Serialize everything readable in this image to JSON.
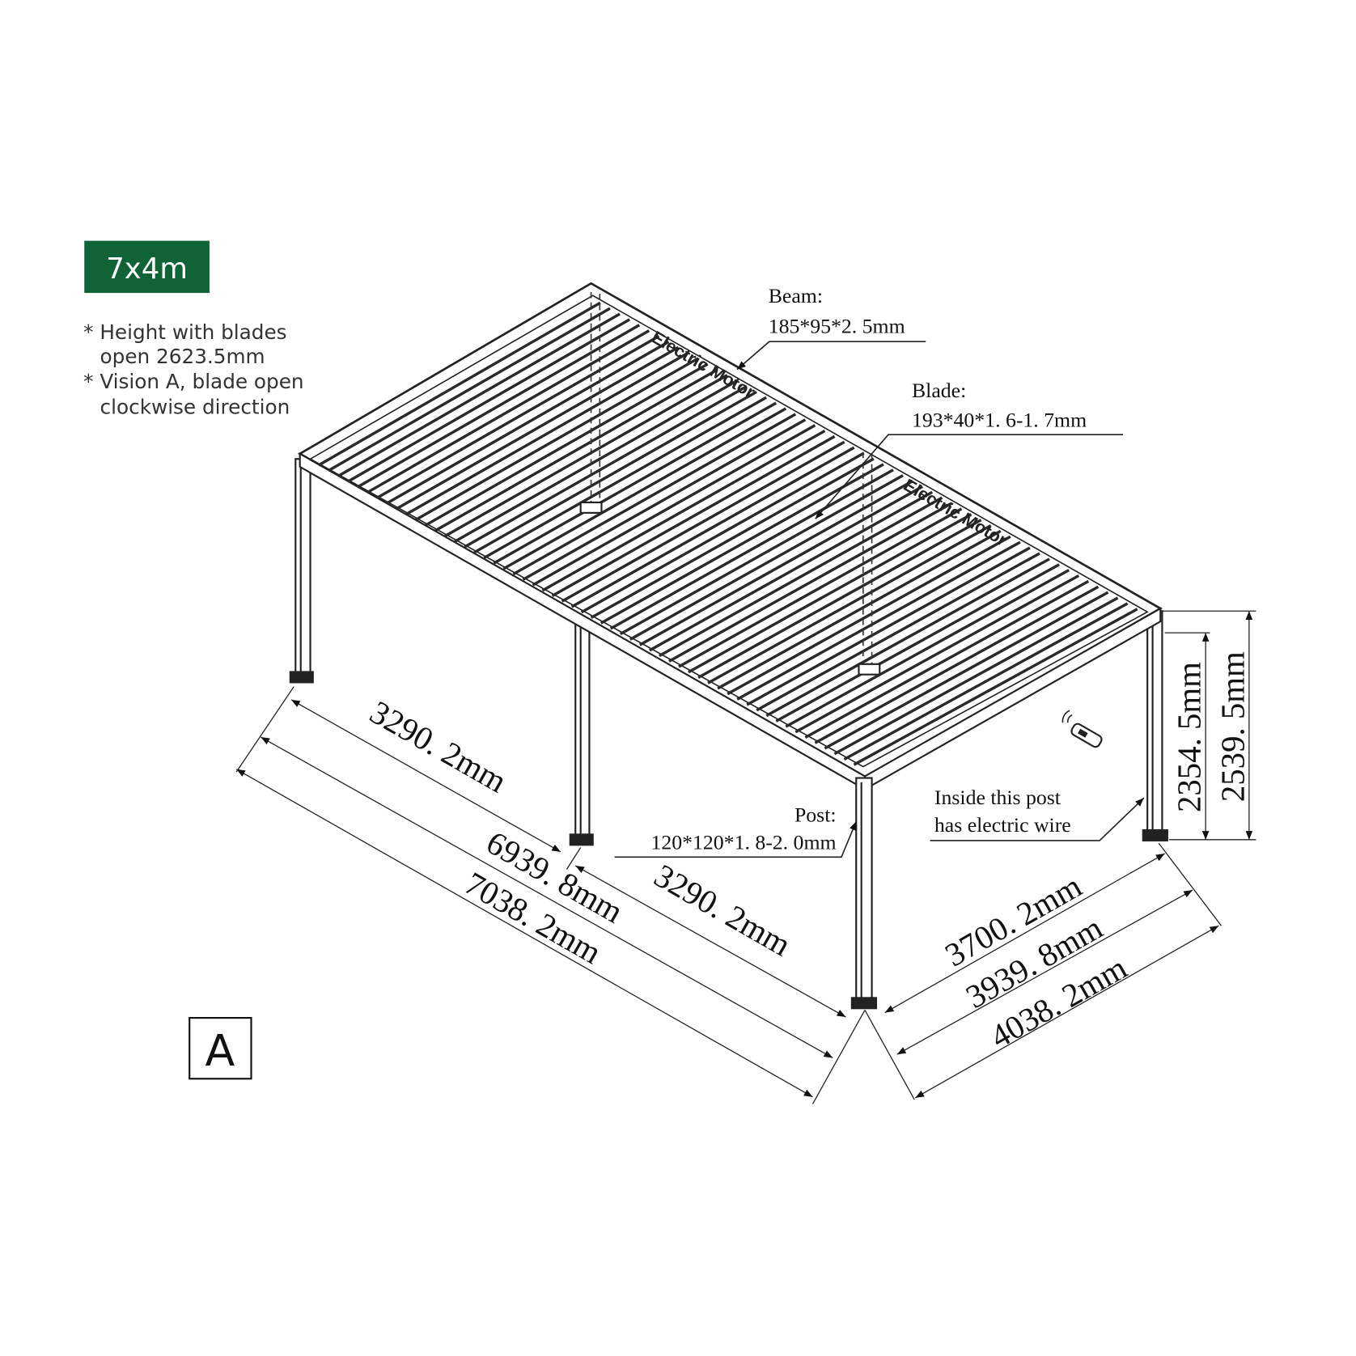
{
  "badge": {
    "label": "7x4m",
    "color": "#0f6336"
  },
  "notes": [
    {
      "line1": "* Height with blades",
      "line2": "open 2623.5mm"
    },
    {
      "line1": "* Vision A, blade open",
      "line2": "clockwise direction"
    }
  ],
  "view_label": "A",
  "callouts": {
    "beam": {
      "title": "Beam:",
      "spec": "185*95*2. 5mm"
    },
    "blade": {
      "title": "Blade:",
      "spec": "193*40*1. 6-1. 7mm"
    },
    "post": {
      "title": "Post:",
      "spec": "120*120*1. 8-2. 0mm"
    },
    "wire": {
      "line1": "Inside this post",
      "line2": "has electric wire"
    },
    "motor_1": "Electric Motor",
    "motor_2": "Electric Motor"
  },
  "dimensions": {
    "length_span_1": "3290. 2mm",
    "length_span_2": "3290. 2mm",
    "length_posts": "6939. 8mm",
    "length_total": "7038. 2mm",
    "width_inner": "3700. 2mm",
    "width_posts": "3939. 8mm",
    "width_total": "4038. 2mm",
    "height_clear": "2354. 5mm",
    "height_total": "2539. 5mm"
  },
  "icons": [
    "remote-control-icon"
  ]
}
